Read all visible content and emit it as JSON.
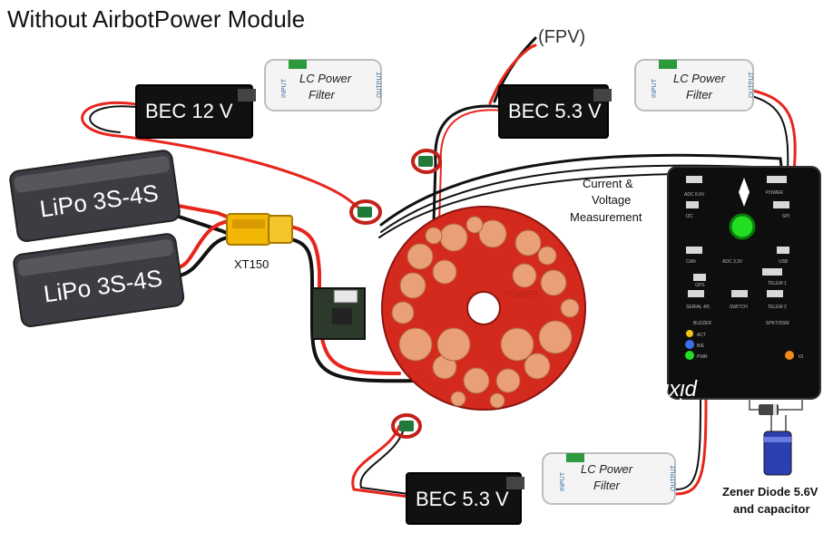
{
  "title": "Without AirbotPower Module",
  "labels": {
    "fpv": "(FPV)",
    "xt150": "XT150",
    "current_voltage_line1": "Current &",
    "current_voltage_line2": "Voltage",
    "current_voltage_line3": "Measurement",
    "zener_line1": "Zener Diode 5.6V",
    "zener_line2": "and capacitor"
  },
  "batteries": [
    {
      "label": "LiPo 3S-4S"
    },
    {
      "label": "LiPo 3S-4S"
    }
  ],
  "becs": [
    {
      "label": "BEC  12 V"
    },
    {
      "label": "BEC 5.3 V"
    },
    {
      "label": "BEC 5.3 V"
    }
  ],
  "lc_filters": [
    {
      "line1": "LC Power",
      "line2": "Filter",
      "input": "INPUT",
      "output": "OUTPUT"
    },
    {
      "line1": "LC Power",
      "line2": "Filter",
      "input": "INPUT",
      "output": "OUTPUT"
    },
    {
      "line1": "LC Power",
      "line2": "Filter",
      "input": "INPUT",
      "output": "OUTPUT"
    }
  ],
  "pixhawk": {
    "brand": "pixhawk",
    "ports": [
      "ADC 6.6V",
      "POWER",
      "I2C",
      "SPI",
      "CAN",
      "ADC 3.3V",
      "USB",
      "GPS",
      "TELEM 1",
      "SERIAL 4/5",
      "SWITCH",
      "TELEM 2",
      "BUZZER",
      "SPKT/DSM",
      "ACT",
      "B/E",
      "PWR",
      "IO"
    ]
  },
  "pdb_text": "POWER",
  "colors": {
    "wire_red": "#e8251c",
    "wire_black": "#111111",
    "pdb_red": "#d42a1e",
    "pad_copper": "#e9a078",
    "bec_body": "#111111",
    "battery_body": "#3b3d42",
    "xt150_yellow": "#f2b705",
    "status_led_green": "#22dd22"
  }
}
